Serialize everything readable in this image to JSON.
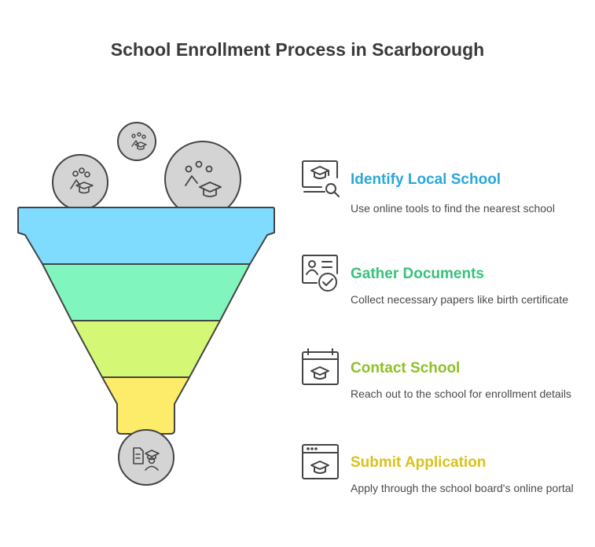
{
  "title": "School Enrollment Process in Scarborough",
  "colors": {
    "outline": "#444444",
    "circle_fill": "#d4d4d4",
    "layer1": "#7fdcff",
    "layer2": "#80f5be",
    "layer3": "#d4f876",
    "layer4": "#fdeb6a"
  },
  "steps": [
    {
      "title": "Identify Local School",
      "description": "Use online tools to find the nearest school",
      "color": "#29a8d9",
      "icon": "school-search-icon"
    },
    {
      "title": "Gather Documents",
      "description": "Collect necessary papers like birth certificate",
      "color": "#36c27b",
      "icon": "document-check-icon"
    },
    {
      "title": "Contact School",
      "description": "Reach out to the school for enrollment details",
      "color": "#8fc028",
      "icon": "calendar-school-icon"
    },
    {
      "title": "Submit Application",
      "description": "Apply through the school board's online portal",
      "color": "#d9c21b",
      "icon": "browser-school-icon"
    }
  ]
}
